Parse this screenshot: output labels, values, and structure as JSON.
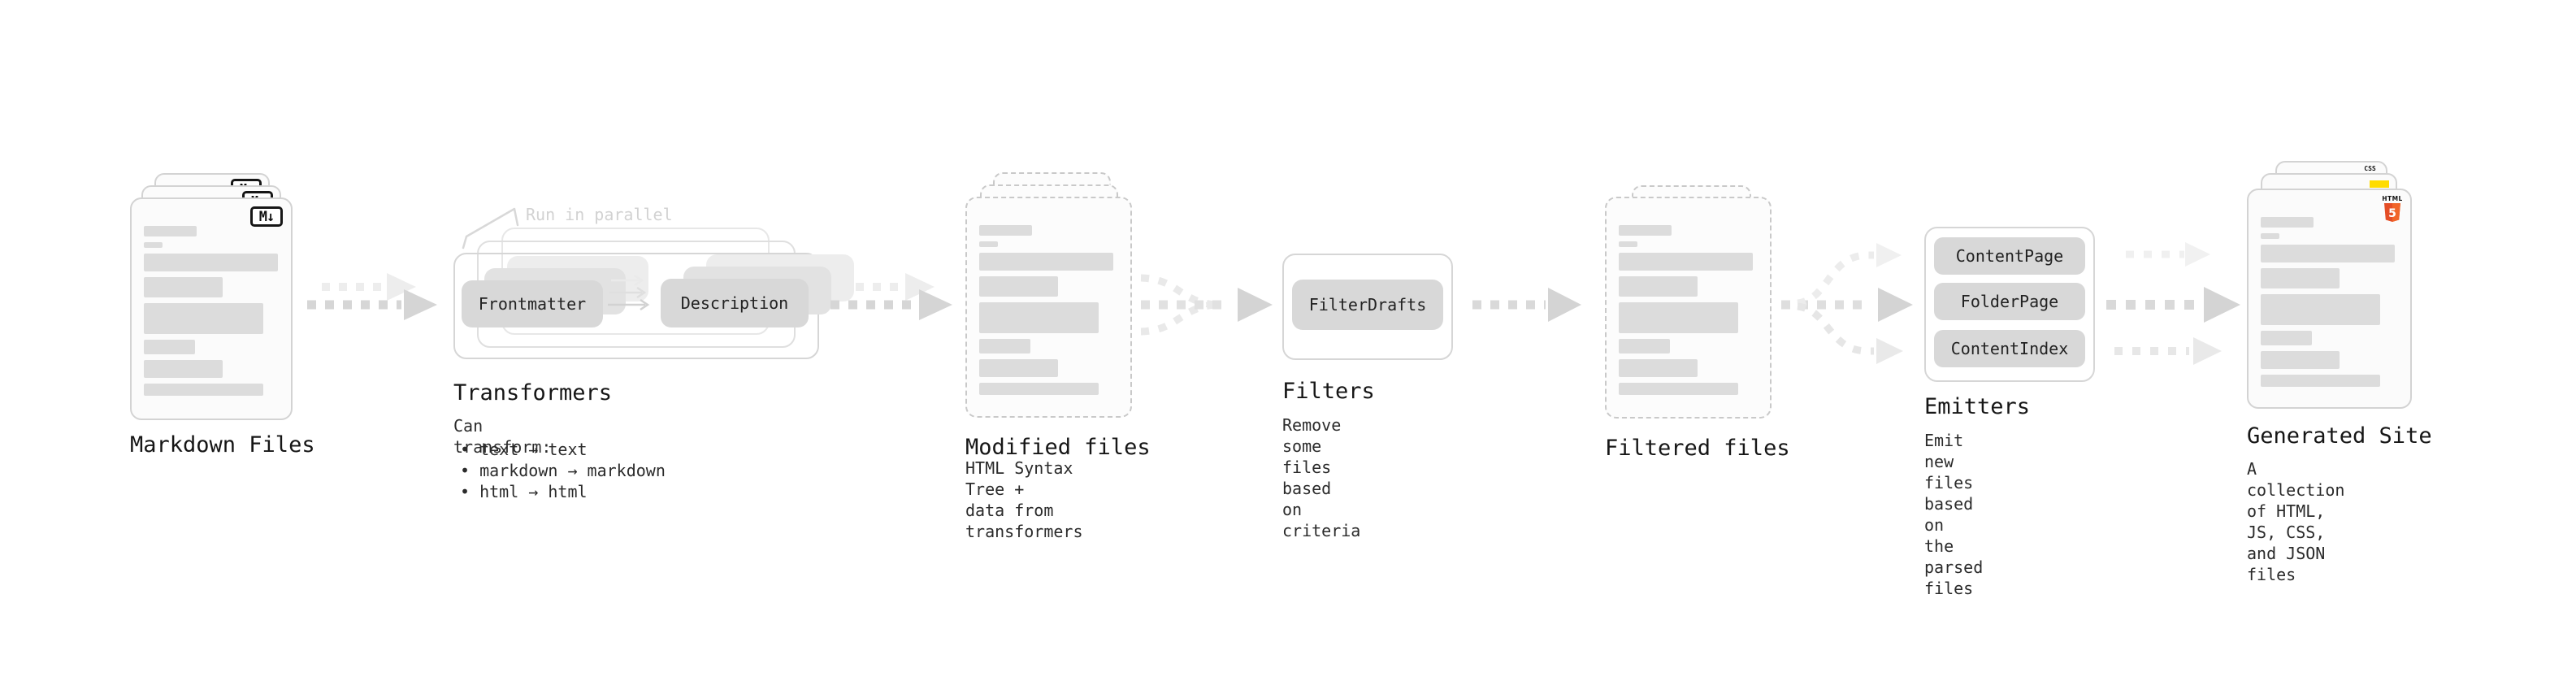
{
  "diagram": {
    "kind": "static-site-generator-pipeline-flowchart",
    "edges": [
      "Markdown Files → Transformers",
      "Transformers → Modified files",
      "Modified files → Filters",
      "Filters → Filtered files",
      "Filtered files → Emitters",
      "Emitters → Generated Site"
    ]
  },
  "stages": [
    {
      "id": "markdown-files",
      "title": "Markdown Files",
      "badge": "M↓"
    },
    {
      "id": "transformers",
      "title": "Transformers",
      "annotation": "Run in parallel",
      "pills": [
        "Frontmatter",
        "Description"
      ],
      "description": "Can transform:",
      "bullets": [
        "• text → text",
        "• markdown → markdown",
        "• html → html"
      ]
    },
    {
      "id": "modified-files",
      "title": "Modified files",
      "description": "HTML Syntax Tree +\ndata from transformers"
    },
    {
      "id": "filters",
      "title": "Filters",
      "pills": [
        "FilterDrafts"
      ],
      "description": "Remove some files based\non criteria"
    },
    {
      "id": "filtered-files",
      "title": "Filtered files"
    },
    {
      "id": "emitters",
      "title": "Emitters",
      "pills": [
        "ContentPage",
        "FolderPage",
        "ContentIndex"
      ],
      "description": "Emit new files based on\nthe parsed files"
    },
    {
      "id": "generated-site",
      "title": "Generated Site",
      "description": "A collection of HTML,\nJS, CSS, and JSON files",
      "badges": {
        "css": "CSS",
        "html_text": "HTML",
        "html_number": "5"
      }
    }
  ],
  "colors": {
    "html5_orange": "#e44d26",
    "html5_orange_light": "#f16529",
    "css_blue": "#264de4",
    "js_yellow": "#ffdc00",
    "pill_gray": "#d8d8d8",
    "arrow_dark": "#d5d5d5",
    "arrow_light": "#ececec"
  }
}
